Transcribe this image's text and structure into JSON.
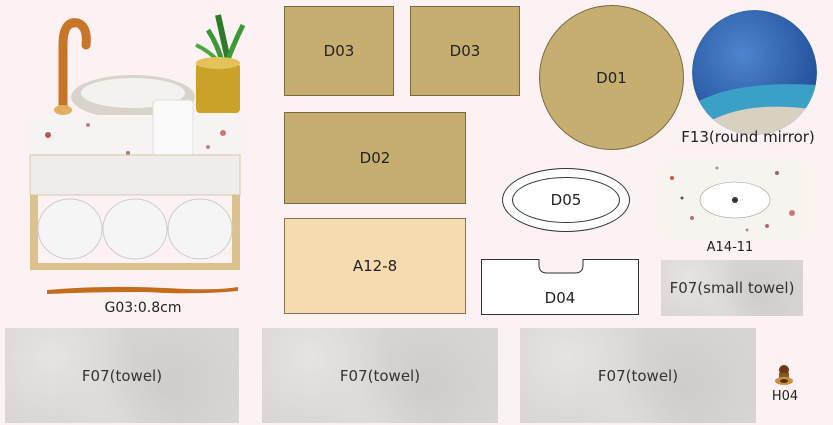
{
  "header": {
    "text": ""
  },
  "pieces": {
    "d03_a": "D03",
    "d03_b": "D03",
    "d01": "D01",
    "f13": "F13(round mirror)",
    "d02": "D02",
    "d05": "D05",
    "a14": "A14-11",
    "a12": "A12-8",
    "d04": "D04",
    "f07_small": "F07(small towel)",
    "g03": "G03:0.8cm",
    "f07_1": "F07(towel)",
    "f07_2": "F07(towel)",
    "f07_3": "F07(towel)",
    "h04": "H04"
  },
  "colors": {
    "tan": "#c6ae71",
    "light_tan": "#f4dcb0",
    "towel_gray": "#d8d6d4",
    "mirror_blue": "#2f5fa8",
    "background": "#fdf2f3"
  }
}
